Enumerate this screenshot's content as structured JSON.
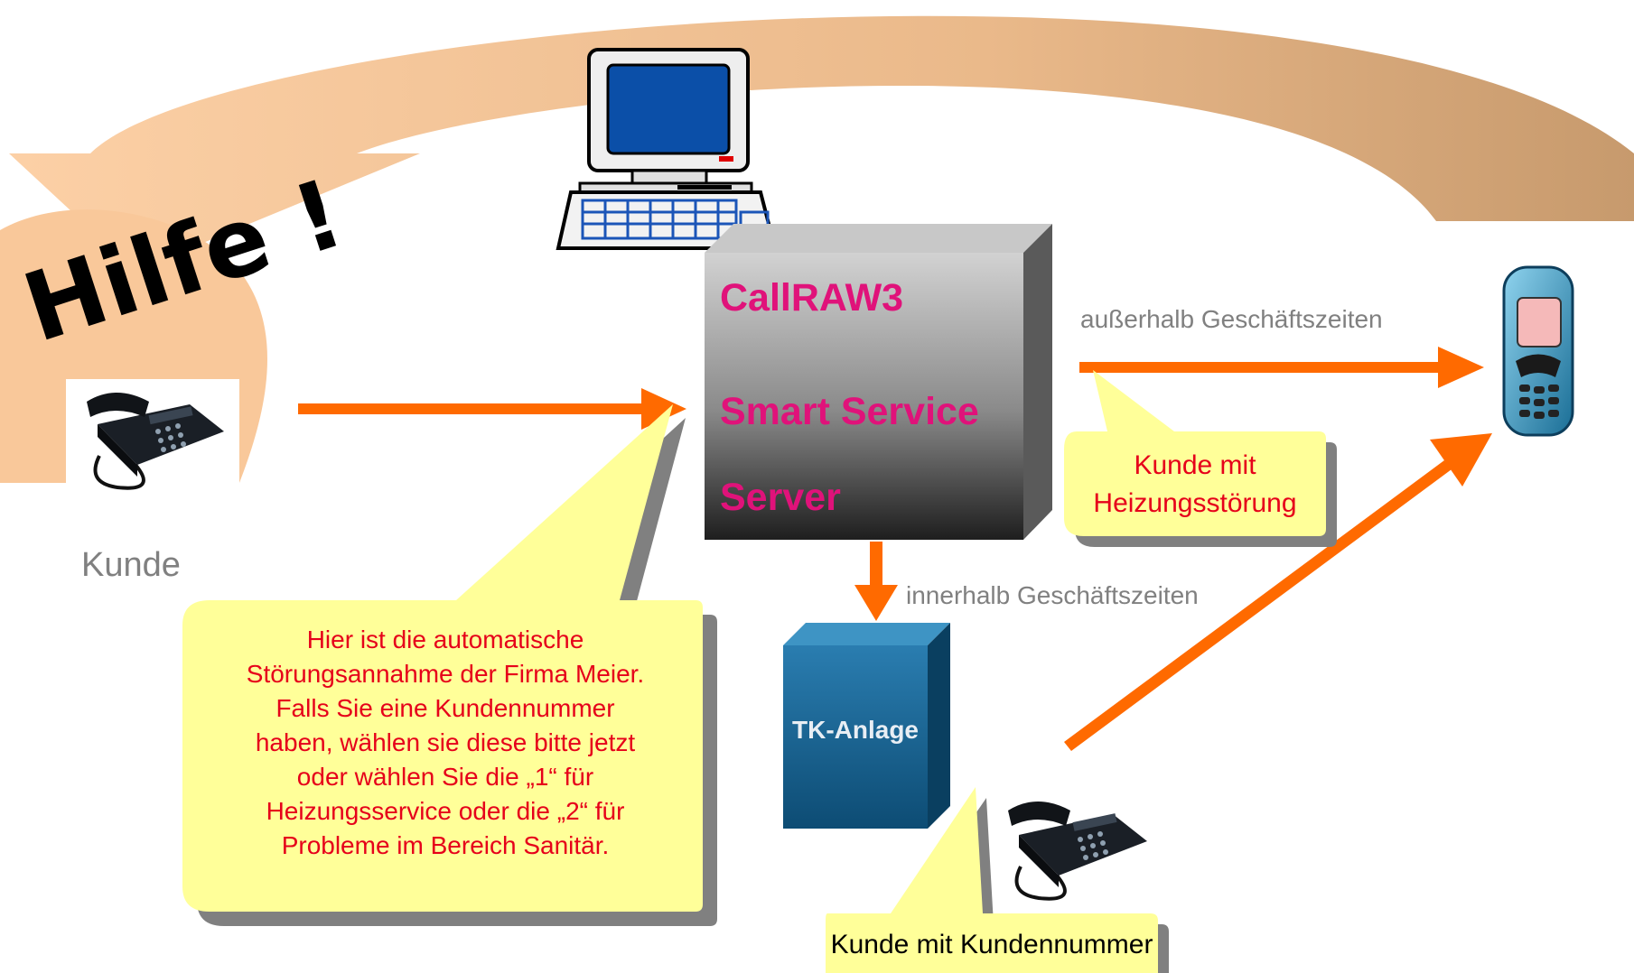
{
  "hilfe": {
    "text": "Hilfe !"
  },
  "labels": {
    "kunde": "Kunde",
    "ausserhalb": "außerhalb Geschäftszeiten",
    "innerhalb": "innerhalb Geschäftszeiten"
  },
  "server": {
    "line1": "CallRAW3",
    "line2": "Smart Service",
    "line3": "Server"
  },
  "tk_anlage": {
    "label": "TK-Anlage"
  },
  "callouts": {
    "ansage": [
      "Hier ist die automatische",
      "Störungsannahme der Firma Meier.",
      "Falls Sie eine Kundennummer",
      "haben, wählen sie diese bitte jetzt",
      "oder wählen Sie die „1“ für",
      "Heizungsservice oder die „2“ für",
      "Probleme im Bereich Sanitär."
    ],
    "heizung": [
      "Kunde mit",
      "Heizungsstörung"
    ],
    "kundennummer": "Kunde mit Kundennummer"
  },
  "colors": {
    "arrow": "#ff6a00",
    "callout_fill": "#ffff99",
    "callout_text": "#e6001a",
    "server_text": "#e0127a",
    "curve_arrow": "#f9c89a",
    "muted_text": "#808080"
  },
  "icons": [
    "computer-icon",
    "desk-phone-icon",
    "mobile-phone-icon"
  ]
}
